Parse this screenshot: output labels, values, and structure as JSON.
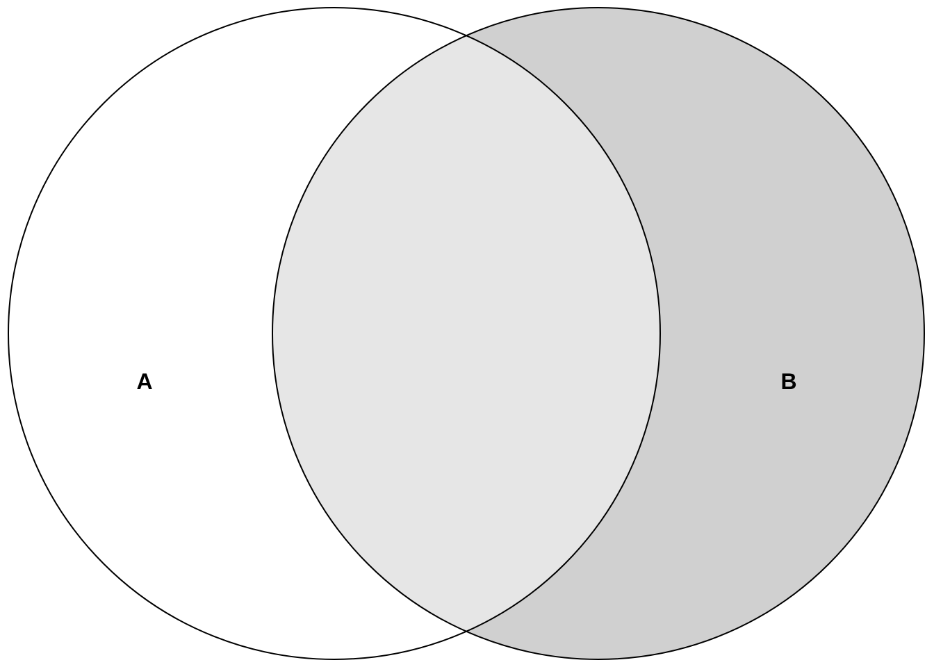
{
  "sets": [
    {
      "id": "A",
      "label": "A",
      "fill": "#ffffff"
    },
    {
      "id": "B",
      "label": "B",
      "fill": "#d0d0d0"
    }
  ],
  "intersection": {
    "fill": "#e6e6e6"
  },
  "stroke_color": "#000000"
}
